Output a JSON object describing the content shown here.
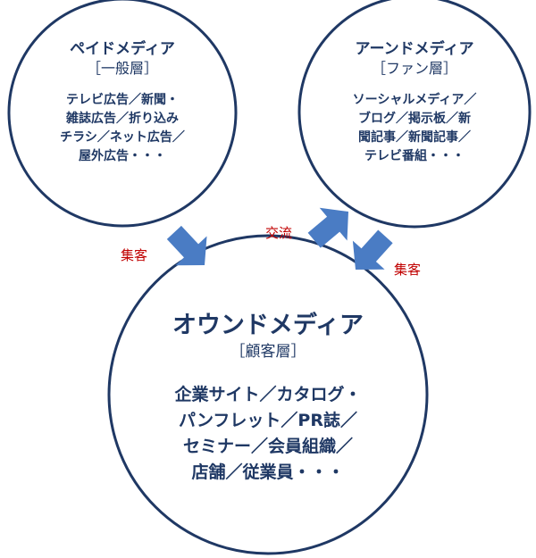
{
  "paid": {
    "title": "ペイドメディア",
    "layer": "［一般層］",
    "lines": [
      "テレビ広告／新聞・",
      "雑誌広告／折り込み",
      "チラシ／ネット広告／",
      "屋外広告・・・"
    ]
  },
  "earned": {
    "title": "アーンドメディア",
    "layer": "［ファン層］",
    "lines": [
      "ソーシャルメディア／",
      "ブログ／掲示板／新",
      "聞記事／新聞記事／",
      "テレビ番組・・・"
    ]
  },
  "owned": {
    "title": "オウンドメディア",
    "layer": "［顧客層］",
    "lines": [
      "企業サイト／カタログ・",
      "パンフレット／PR誌／",
      "セミナー／会員組織／",
      "店舗／従業員・・・"
    ]
  },
  "labels": {
    "attract_left": "集客",
    "exchange": "交流",
    "attract_right": "集客"
  },
  "colors": {
    "circle_stroke": "#1f3864",
    "arrow_fill": "#4a7cc4",
    "label": "#c00000",
    "text": "#1f3864"
  }
}
